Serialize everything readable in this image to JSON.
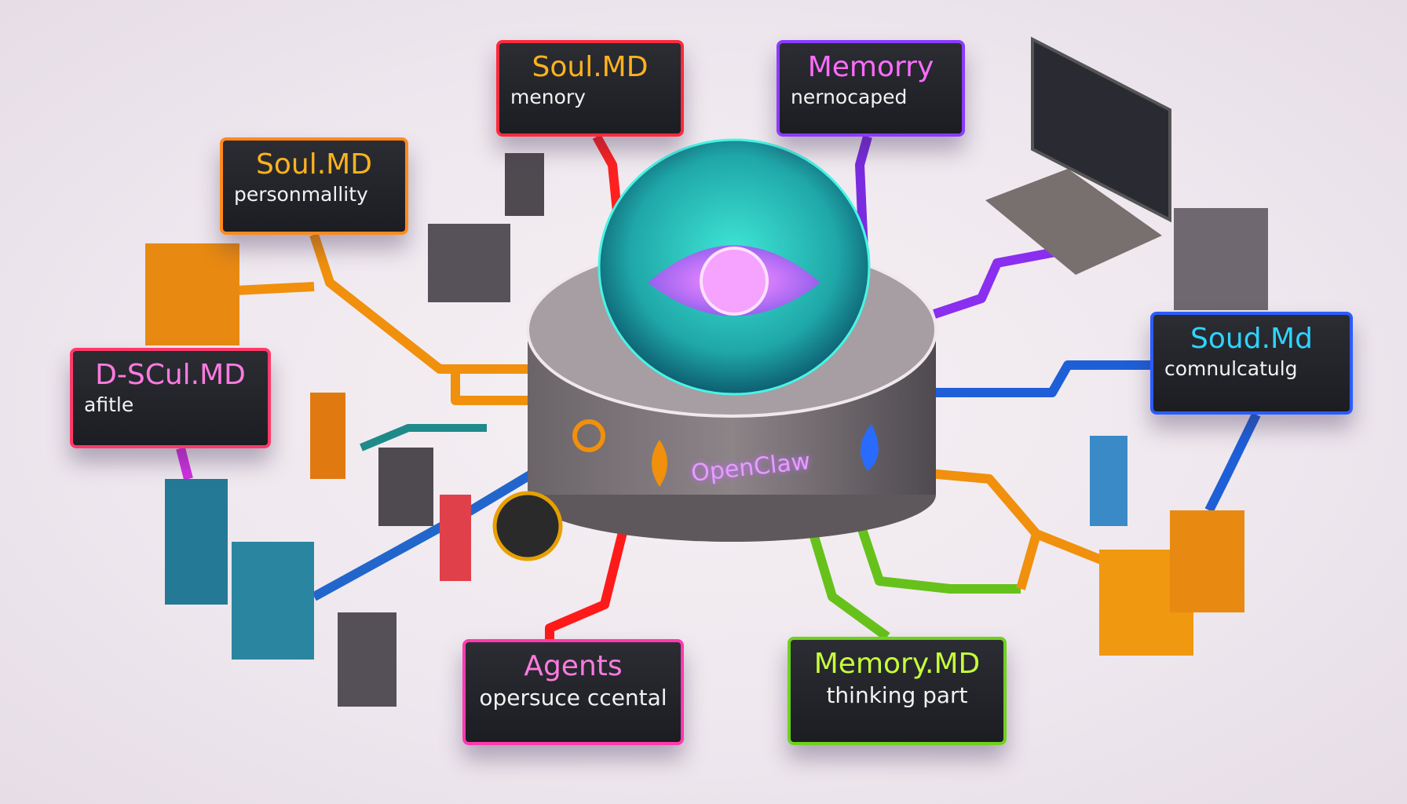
{
  "center": {
    "brand": "OpenClaw"
  },
  "cards": [
    {
      "title": "Soul.MD",
      "subtitle": "menory",
      "border": "#ff2a3d",
      "title_color": "#ffb21e"
    },
    {
      "title": "Memorry",
      "subtitle": "nernocaped",
      "border": "#8a3cff",
      "title_color": "#ff6cff"
    },
    {
      "title": "Soul.MD",
      "subtitle": "personmallity",
      "border": "#ff8a1c",
      "title_color": "#ffb21e"
    },
    {
      "title": "D-SCul.MD",
      "subtitle": "afitle",
      "border": "#ff3a6a",
      "title_color": "#ff7ae0"
    },
    {
      "title": "Soud.Md",
      "subtitle": "comnulcatulg",
      "border": "#2b5cff",
      "title_color": "#2fd3ff"
    },
    {
      "title": "Agents",
      "subtitle": "opersuce ccental",
      "border": "#ff3ab0",
      "title_color": "#ff7ae0"
    },
    {
      "title": "Memory.MD",
      "subtitle": "thinking part",
      "border": "#6fd11e",
      "title_color": "#c6ff3a"
    }
  ]
}
